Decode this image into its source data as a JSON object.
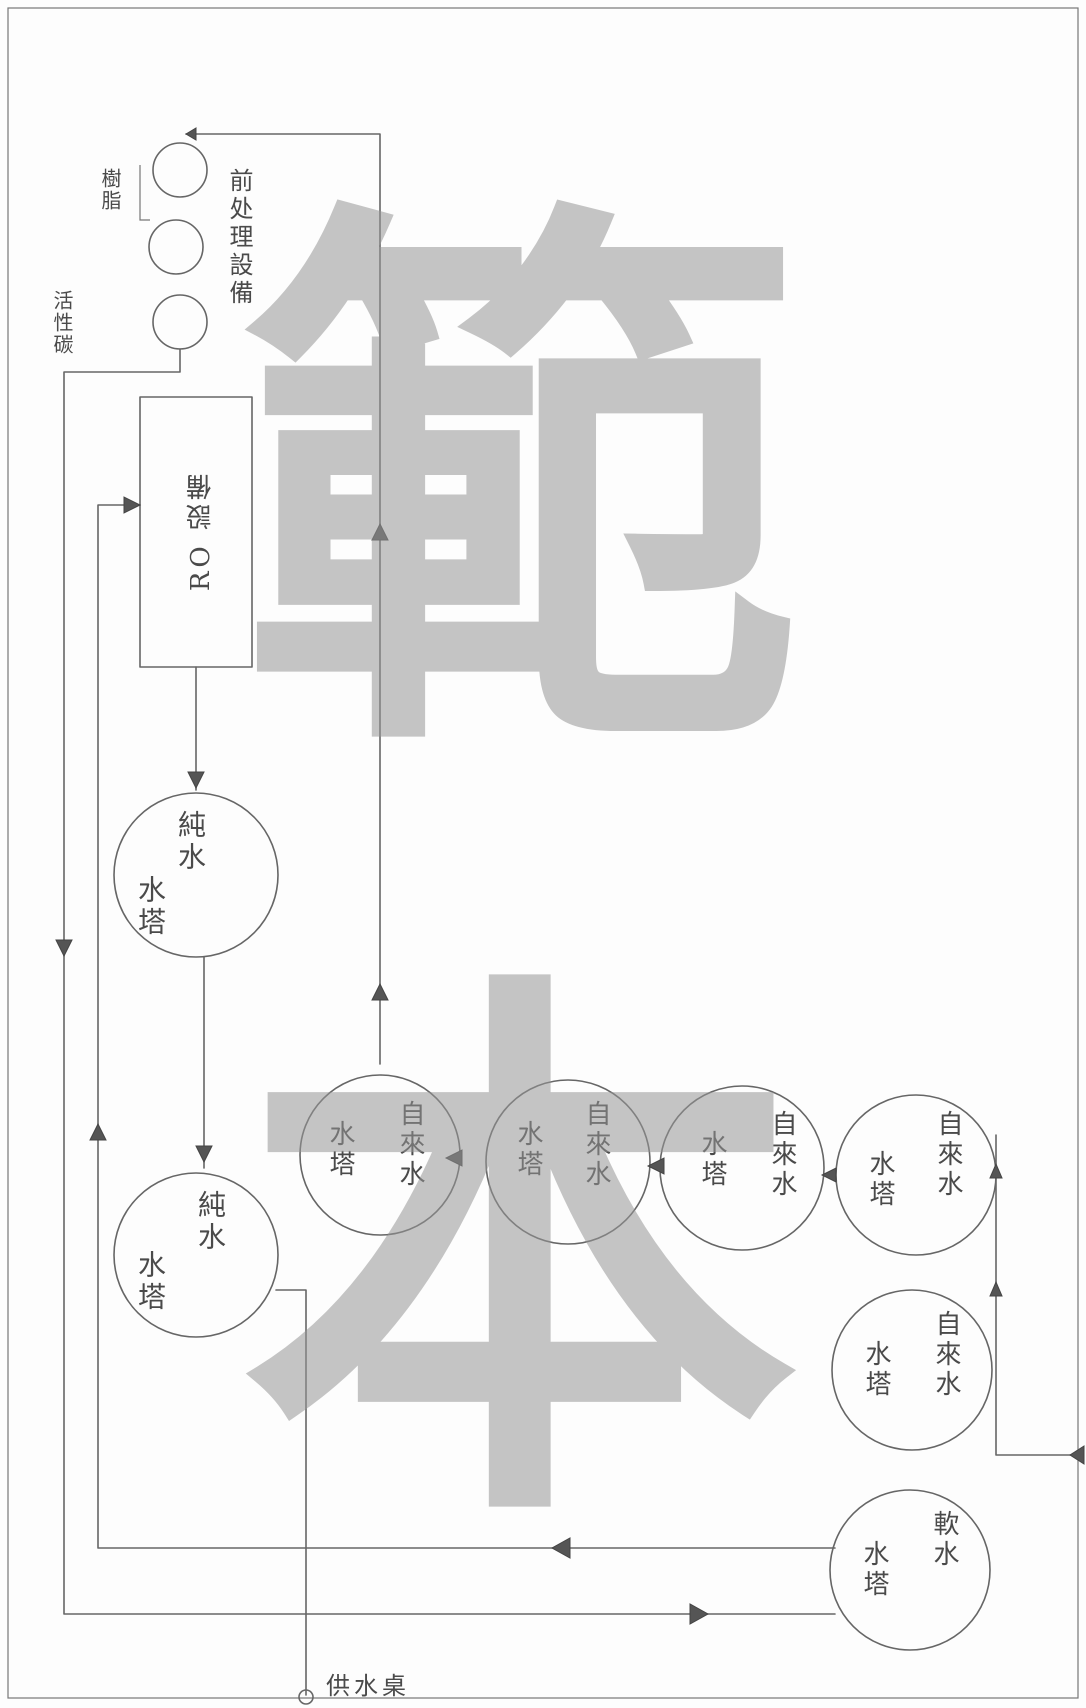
{
  "labels": {
    "pretreatment": "前处理設備",
    "activated_carbon": "活性碳",
    "resin": "樹脂",
    "ro": "RO 設備",
    "pure_tower_1": [
      "純水",
      "水塔"
    ],
    "pure_tower_2": [
      "純水",
      "水塔"
    ],
    "tap_towers": [
      [
        "自來水",
        "水塔"
      ],
      [
        "自來水",
        "水塔"
      ],
      [
        "自來水",
        "水塔"
      ],
      [
        "自來水",
        "水塔"
      ],
      [
        "自來水",
        "水塔"
      ]
    ],
    "soft_tower": [
      "軟水",
      "水塔"
    ],
    "water_supply": "供水桌"
  },
  "watermark": [
    "範",
    "本"
  ],
  "colors": {
    "pencil": "#666666",
    "watermark": "#969696"
  }
}
